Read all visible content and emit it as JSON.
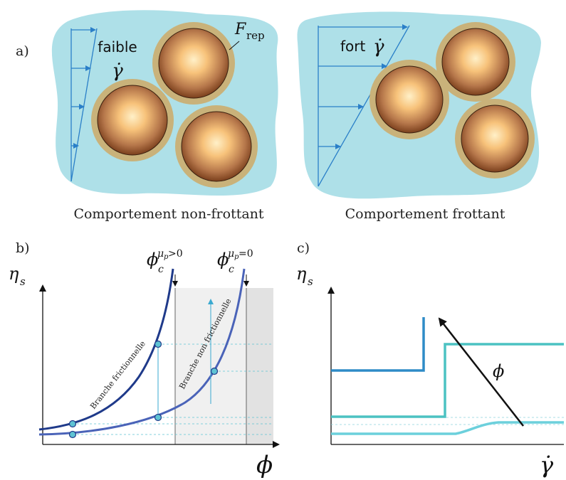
{
  "panel_a": {
    "label": "a)",
    "left": {
      "shear_text": "faible",
      "force_label_base": "F",
      "force_label_sub": "rep",
      "shear_symbol": "γ̇",
      "caption": "Comportement non-frottant"
    },
    "right": {
      "shear_text": "fort",
      "shear_symbol": "γ̇",
      "caption": "Comportement frottant"
    },
    "colors": {
      "fluid": "#aee0e8",
      "arrows": "#2a7fc8",
      "grain_core": "#f7c27a",
      "grain_edge": "#7a3f1c",
      "grain_shell": "#c9b27a"
    }
  },
  "panel_b": {
    "label": "b)",
    "y_axis_label": "η",
    "y_axis_sub": "s",
    "x_axis_label": "ϕ",
    "phi_c_frictional": {
      "base": "ϕ",
      "sub": "c",
      "sup": "μ",
      "sup_sub": "p",
      "sup_rel": ">0"
    },
    "phi_c_frictionless": {
      "base": "ϕ",
      "sub": "c",
      "sup": "μ",
      "sup_sub": "p",
      "sup_rel": "=0"
    },
    "branch_frictional": "Branche frictionnelle",
    "branch_frictionless": "Branche non frictionnelle",
    "colors": {
      "frictional": "#1f3a8a",
      "frictionless": "#4a63b8",
      "markers": "#5ec3d3",
      "shade_light": "#f0f0f0",
      "shade_dark": "#e2e2e2"
    }
  },
  "panel_c": {
    "label": "c)",
    "y_axis_label": "η",
    "y_axis_sub": "s",
    "x_axis_label": "γ̇",
    "arrow_label": "ϕ",
    "colors": {
      "high": "#2e8bc7",
      "mid": "#4cc2c2",
      "low": "#6cd0dc"
    }
  }
}
